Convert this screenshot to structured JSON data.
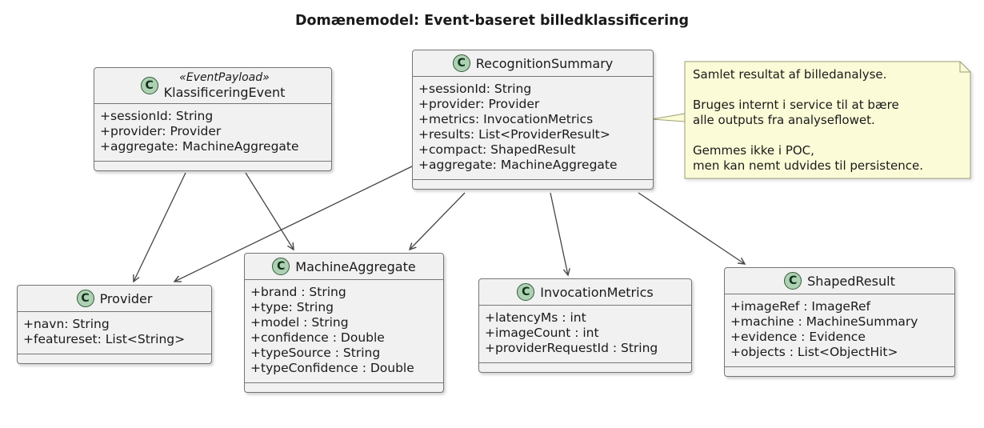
{
  "title": "Domænemodel: Event-baseret billedklassificering",
  "icon_letter": "C",
  "classes": [
    {
      "name": "KlassificeringEvent",
      "stereotype": "«EventPayload»",
      "attributes": [
        "+sessionId: String",
        "+provider: Provider",
        "+aggregate: MachineAggregate"
      ]
    },
    {
      "name": "RecognitionSummary",
      "attributes": [
        "+sessionId: String",
        "+provider: Provider",
        "+metrics: InvocationMetrics",
        "+results: List<ProviderResult>",
        "+compact: ShapedResult",
        "+aggregate: MachineAggregate"
      ]
    },
    {
      "name": "Provider",
      "attributes": [
        "+navn: String",
        "+featureset: List<String>"
      ]
    },
    {
      "name": "MachineAggregate",
      "attributes": [
        "+brand : String",
        "+type: String",
        "+model : String",
        "+confidence : Double",
        "+typeSource : String",
        "+typeConfidence : Double"
      ]
    },
    {
      "name": "InvocationMetrics",
      "attributes": [
        "+latencyMs : int",
        "+imageCount : int",
        "+providerRequestId : String"
      ]
    },
    {
      "name": "ShapedResult",
      "attributes": [
        "+imageRef : ImageRef",
        "+machine : MachineSummary",
        "+evidence : Evidence",
        "+objects : List<ObjectHit>"
      ]
    }
  ],
  "note": {
    "text": "Samlet resultat af billedanalyse.\n\nBruges internt i service til at bære\nalle outputs fra analyseflowet.\n\nGemmes ikke i POC,\nmen kan nemt udvides til persistence.",
    "attached_to": "RecognitionSummary"
  },
  "relationships": [
    {
      "from": "KlassificeringEvent",
      "to": "Provider"
    },
    {
      "from": "KlassificeringEvent",
      "to": "MachineAggregate"
    },
    {
      "from": "RecognitionSummary",
      "to": "Provider"
    },
    {
      "from": "RecognitionSummary",
      "to": "MachineAggregate"
    },
    {
      "from": "RecognitionSummary",
      "to": "InvocationMetrics"
    },
    {
      "from": "RecognitionSummary",
      "to": "ShapedResult"
    }
  ],
  "colors": {
    "class_fill": "#f1f1f1",
    "class_border": "#767676",
    "circle_fill": "#add1b2",
    "circle_border": "#33593a",
    "note_fill": "#fbfbd7",
    "note_border": "#9e9e78",
    "arrow": "#454545",
    "text": "#1a1a1a"
  }
}
